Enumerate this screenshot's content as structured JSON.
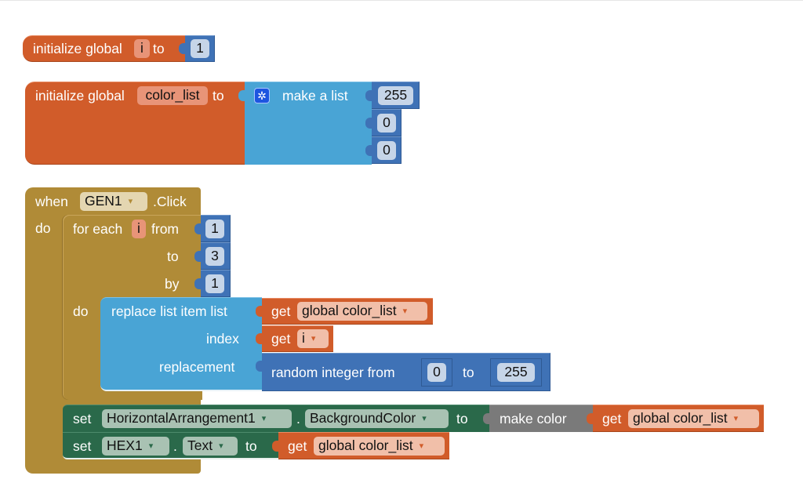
{
  "workspace": {
    "blocks": [
      {
        "type": "global_declaration",
        "label_prefix": "initialize global",
        "var_name": "i",
        "label_to": "to",
        "value": "1"
      },
      {
        "type": "global_declaration",
        "label_prefix": "initialize global",
        "var_name": "color_list",
        "label_to": "to",
        "make_list": {
          "label": "make a list",
          "icon": "gear-icon",
          "items": [
            "255",
            "0",
            "0"
          ]
        }
      },
      {
        "type": "event",
        "label_when": "when",
        "component": "GEN1",
        "event_name": ".Click",
        "label_do": "do",
        "for_range": {
          "label_for_each": "for each",
          "var_name": "i",
          "label_from": "from",
          "from": "1",
          "label_to": "to",
          "to": "3",
          "label_by": "by",
          "by": "1",
          "label_do": "do",
          "replace_item": {
            "label": "replace list item  list",
            "label_index": "index",
            "label_replacement": "replacement",
            "list_get_label": "get",
            "list_var": "global color_list",
            "index_get_label": "get",
            "index_var": "i",
            "random": {
              "label": "random integer from",
              "from": "0",
              "label_to": "to",
              "to": "255"
            }
          }
        },
        "set_background": {
          "label_set": "set",
          "component": "HorizontalArrangement1",
          "dot": ".",
          "property": "BackgroundColor",
          "label_to": "to",
          "make_color_label": "make color",
          "get_label": "get",
          "get_var": "global color_list"
        },
        "set_text": {
          "label_set": "set",
          "component": "HEX1",
          "dot": ".",
          "property": "Text",
          "label_to": "to",
          "get_label": "get",
          "get_var": "global color_list"
        }
      }
    ]
  },
  "colors": {
    "variables": "#d15c2a",
    "lists": "#49a4d5",
    "math": "#3f72b6",
    "control": "#b08b37",
    "components": "#2a694a",
    "color": "#7a7a7a"
  }
}
